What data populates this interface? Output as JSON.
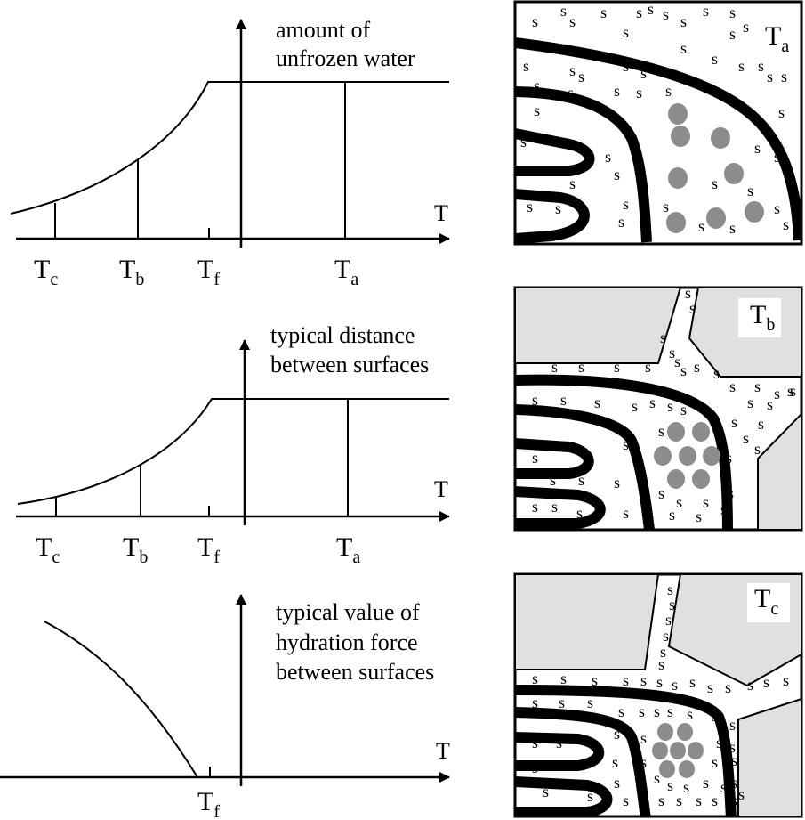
{
  "graphs": [
    {
      "ylabel_lines": [
        "amount of",
        "unfrozen water"
      ],
      "xlabel": "T",
      "ticks": [
        {
          "main": "T",
          "sub": "c"
        },
        {
          "main": "T",
          "sub": "b"
        },
        {
          "main": "T",
          "sub": "f"
        },
        {
          "main": "T",
          "sub": "a"
        }
      ]
    },
    {
      "ylabel_lines": [
        "typical distance",
        "between surfaces"
      ],
      "xlabel": "T",
      "ticks": [
        {
          "main": "T",
          "sub": "c"
        },
        {
          "main": "T",
          "sub": "b"
        },
        {
          "main": "T",
          "sub": "f"
        },
        {
          "main": "T",
          "sub": "a"
        }
      ]
    },
    {
      "ylabel_lines": [
        "typical value of",
        "hydration force",
        "between surfaces"
      ],
      "xlabel": "T",
      "ticks": [
        {
          "main": "T",
          "sub": "f"
        }
      ]
    }
  ],
  "panels": [
    {
      "label": {
        "main": "T",
        "sub": "a"
      },
      "marker": "s"
    },
    {
      "label": {
        "main": "T",
        "sub": "b"
      },
      "marker": "s"
    },
    {
      "label": {
        "main": "T",
        "sub": "c"
      },
      "marker": "s"
    }
  ],
  "colors": {
    "line": "#000000",
    "ice": "#e0e0e0",
    "solute": "#8c8c8c",
    "background": "#ffffff"
  }
}
